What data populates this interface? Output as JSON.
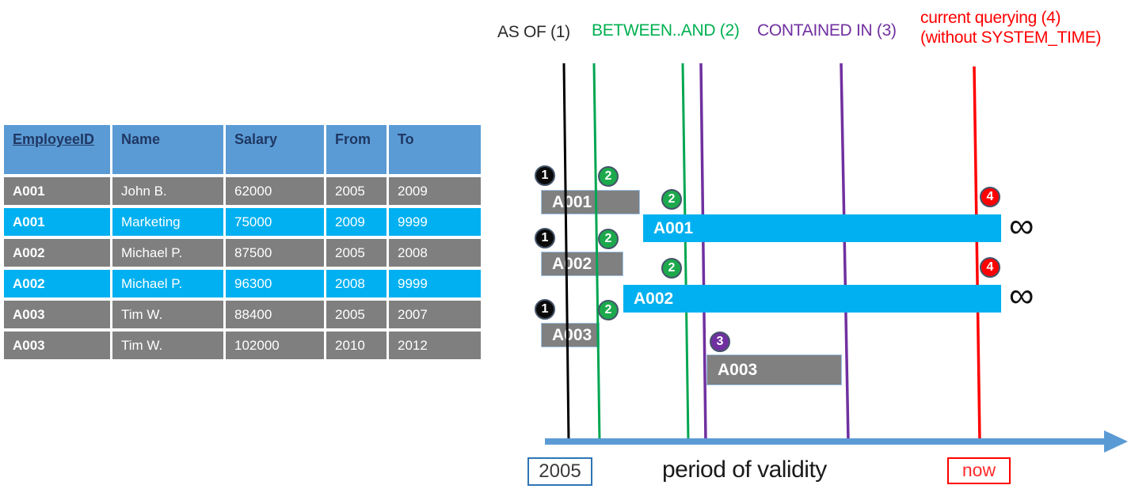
{
  "table": {
    "headers": [
      "EmployeeID",
      "Name",
      "Salary",
      "From",
      "To"
    ],
    "rows": [
      {
        "cells": [
          "A001",
          "John B.",
          "62000",
          "2005",
          "2009"
        ],
        "highlight": false
      },
      {
        "cells": [
          "A001",
          "Marketing",
          "75000",
          "2009",
          "9999"
        ],
        "highlight": true
      },
      {
        "cells": [
          "A002",
          "Michael P.",
          "87500",
          "2005",
          "2008"
        ],
        "highlight": false
      },
      {
        "cells": [
          "A002",
          "Michael P.",
          "96300",
          "2008",
          "9999"
        ],
        "highlight": true
      },
      {
        "cells": [
          "A003",
          "Tim W.",
          "88400",
          "2005",
          "2007"
        ],
        "highlight": false
      },
      {
        "cells": [
          "A003",
          "Tim W.",
          "102000",
          "2010",
          "2012"
        ],
        "highlight": false
      }
    ]
  },
  "legend": {
    "as_of": "AS OF (1)",
    "between_and": "BETWEEN..AND (2)",
    "contained_in": "CONTAINED IN (3)",
    "current_querying_line1": "current querying (4)",
    "current_querying_line2": "(without SYSTEM_TIME)"
  },
  "diagram": {
    "bars": [
      {
        "label": "A001"
      },
      {
        "label": "A001"
      },
      {
        "label": "A002"
      },
      {
        "label": "A002"
      },
      {
        "label": "A003"
      },
      {
        "label": "A003"
      }
    ],
    "badges": [
      "1",
      "2",
      "2",
      "1",
      "2",
      "2",
      "1",
      "2",
      "3",
      "4",
      "4"
    ],
    "infinity": "∞",
    "axis_start_label": "2005",
    "axis_title": "period of validity",
    "axis_end_label": "now"
  },
  "colors": {
    "table_header_blue": "#5B9BD5",
    "table_header_text": "#1F3864",
    "row_gray": "#7F7F7F",
    "row_cyan": "#00B0F0",
    "bar_gray": "#808080",
    "bar_cyan": "#00B0F0",
    "bar_border": "#9DC3E6",
    "line_black": "#000000",
    "line_green": "#00A651",
    "line_purple": "#7030A0",
    "line_red": "#FF0000",
    "axis_blue": "#5B9BD5",
    "badge_ring": "#44546A"
  }
}
